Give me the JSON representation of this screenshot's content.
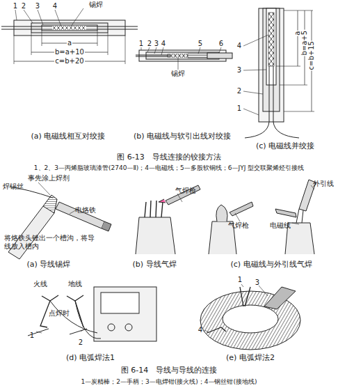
{
  "diagram": {
    "labels": [
      "1",
      "2",
      "3",
      "4",
      "锡焊",
      "a",
      "b=a+10",
      "c=b+20",
      "(a) 电磁线相互对绞接",
      "1",
      "2",
      "3",
      "4",
      "5",
      "6",
      "锡焊",
      "(b) 电磁线与软引出线对绞接",
      "4",
      "3",
      "2",
      "1",
      "a",
      "b=a+5",
      "c=b+15",
      "(c) 电磁线并绞接",
      "图 6-13　导线连接的铰接方法",
      "1、2、3—丙烯脂玻璃漆管(2740—Ⅱ)；4—电磁线；5—多股软铜线；6—JYJ 型交联聚烯烃引接线",
      "焊锡丝",
      "事先涂上焊剂",
      "电烙铁",
      "将烙铁头锉出一个槽沟，将导线放入槽内",
      "(a) 导线锡焊",
      "气焊枪",
      "(b) 导线气焊",
      "气焊枪",
      "外引线",
      "电磁线",
      "(c) 电磁线与外引线气焊",
      "火线",
      "地线",
      "点焊时",
      "1",
      "2",
      "(d) 电弧焊法1",
      "1",
      "3",
      "4",
      "(e) 电弧焊法2",
      "图 6-14　导线与导线的连接",
      "1—炭精棒；2—手柄；3—电焊钳(接火线)；4—钢丝钳(接地线)"
    ]
  }
}
